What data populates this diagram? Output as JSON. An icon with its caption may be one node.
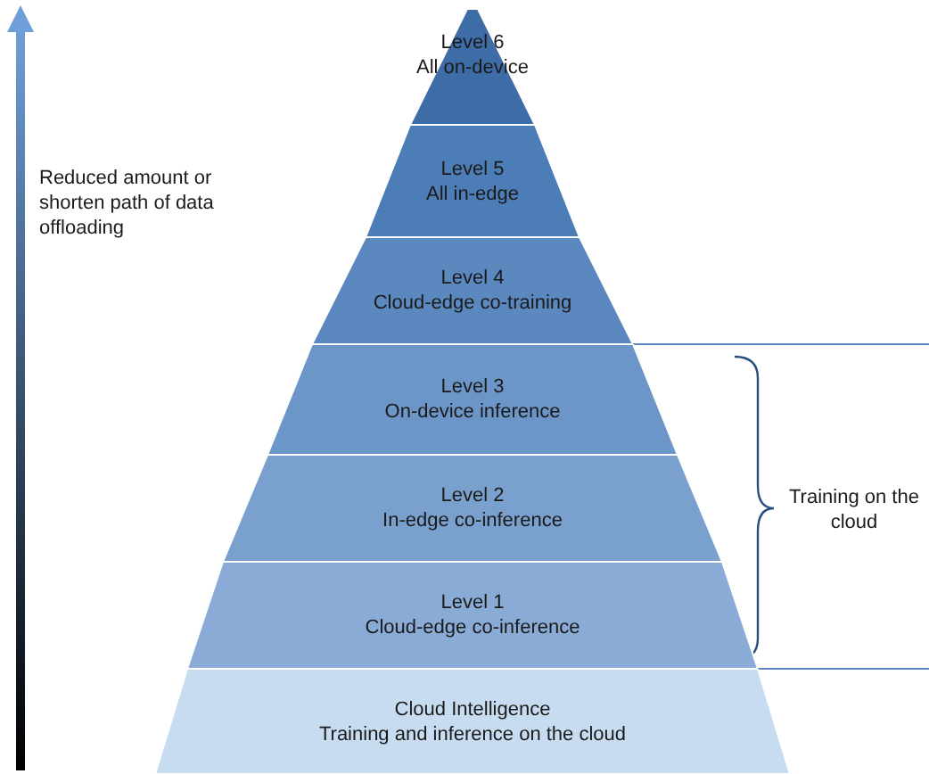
{
  "diagram": {
    "nodes": [
      {
        "text": [
          "Level 6",
          "All on-device"
        ]
      },
      {
        "text": [
          "Level 5",
          "All in-edge"
        ]
      },
      {
        "text": [
          "Level 4",
          "Cloud-edge co-training"
        ]
      },
      {
        "text": [
          "Level 3",
          "On-device inference"
        ]
      },
      {
        "text": [
          "Level 2",
          "In-edge co-inference"
        ]
      },
      {
        "text": [
          "Level 1",
          "Cloud-edge co-inference"
        ]
      },
      {
        "text": [
          "Cloud Intelligence",
          "Training and inference on the cloud"
        ]
      }
    ],
    "edges": [],
    "labels": [
      "Reduced amount or shorten path of data offloading",
      "Training on the cloud"
    ]
  }
}
